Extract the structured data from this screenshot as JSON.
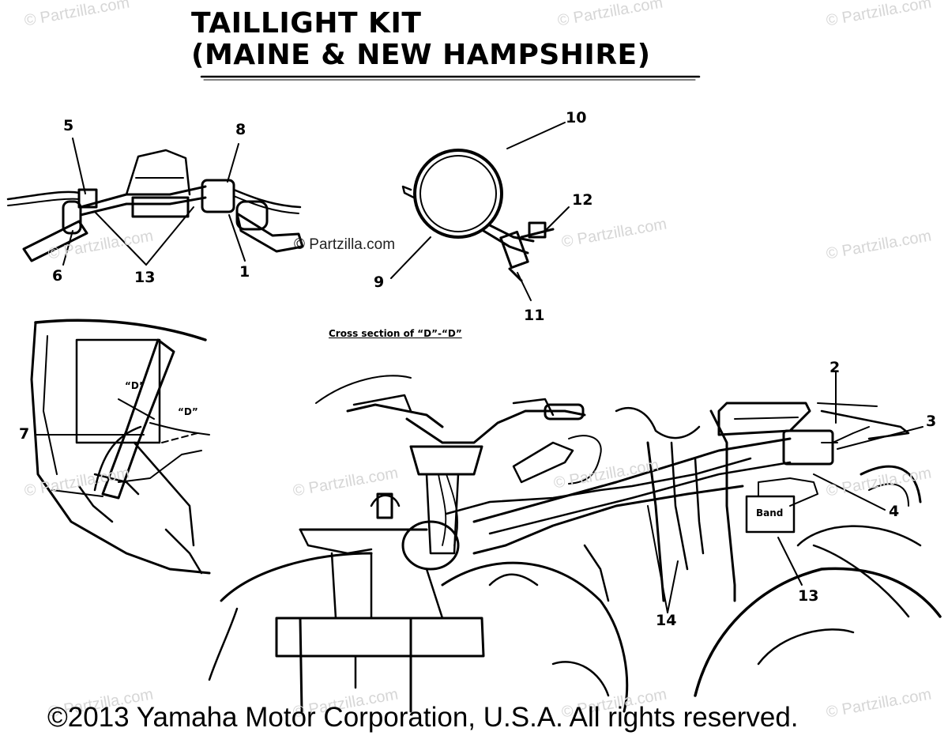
{
  "title": {
    "line1": "TAILLIGHT KIT",
    "line2": "(MAINE & NEW HAMPSHIRE)"
  },
  "cross_section_caption": "Cross section of “D”-“D”",
  "band_label": "Band",
  "section_markers": [
    "“D”",
    "“D”"
  ],
  "callouts": {
    "c1": "1",
    "c2": "2",
    "c3": "3",
    "c4": "4",
    "c5": "5",
    "c6": "6",
    "c7": "7",
    "c8": "8",
    "c9": "9",
    "c10": "10",
    "c11": "11",
    "c12": "12",
    "c13_top": "13",
    "c13_rear": "13",
    "c14": "14"
  },
  "watermark_text": "© Partzilla.com",
  "copyright": "©2013  Yamaha Motor Corporation, U.S.A. All rights reserved."
}
